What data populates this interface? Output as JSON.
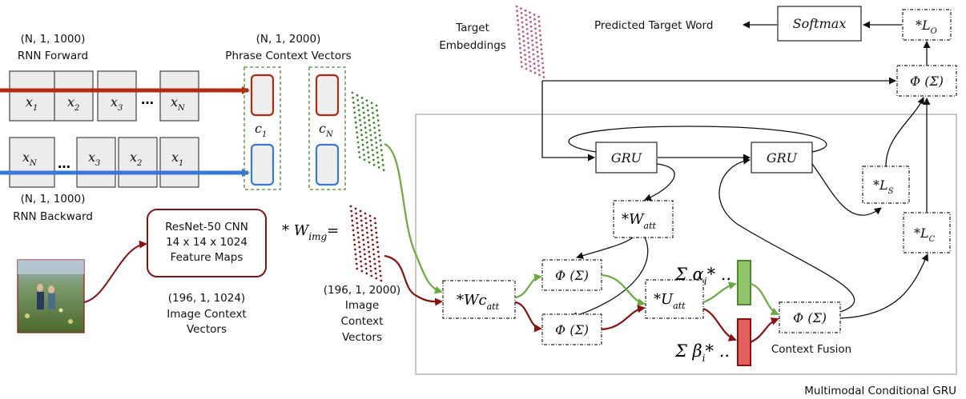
{
  "rnn": {
    "forward_dims": "(N, 1, 1000)",
    "forward_label": "RNN Forward",
    "backward_dims": "(N, 1, 1000)",
    "backward_label": "RNN Backward",
    "forward_cells": [
      "x",
      "x",
      "x",
      "…",
      "x"
    ],
    "forward_subs": [
      "1",
      "2",
      "3",
      "",
      "N"
    ],
    "backward_cells": [
      "x",
      "…",
      "x",
      "x",
      "x"
    ],
    "backward_subs": [
      "N",
      "",
      "3",
      "2",
      "1"
    ]
  },
  "phrase": {
    "dims": "(N, 1, 2000)",
    "label": "Phrase Context Vectors",
    "c1": "c",
    "c1_sub": "1",
    "cN": "c",
    "cN_sub": "N"
  },
  "cnn": {
    "line1": "ResNet-50 CNN",
    "line2": "14 x 14 x 1024",
    "line3": "Feature Maps",
    "dims": "(196, 1, 1024)",
    "label1": "Image Context",
    "label2": "Vectors"
  },
  "w_img": {
    "prefix": "* W",
    "sub": "img",
    "suffix": "="
  },
  "image_ctx": {
    "dims": "(196, 1, 2000)",
    "label1": "Image",
    "label2": "Context",
    "label3": "Vectors"
  },
  "target": {
    "label1": "Target",
    "label2": "Embeddings"
  },
  "output": {
    "predicted_label": "Predicted Target Word",
    "softmax": "Softmax",
    "lo_prefix": "*L",
    "lo_sub": "O"
  },
  "nodes": {
    "phi": "Φ (Σ)",
    "gru": "GRU",
    "w_att": "*W",
    "w_att_sub": "att",
    "wc_att": "*Wc",
    "wc_att_sub": "att",
    "u_att": "*U",
    "u_att_sub": "att",
    "ls": "*L",
    "ls_sub": "S",
    "lc": "*L",
    "lc_sub": "C"
  },
  "fusion": {
    "alpha": "Σ α",
    "alpha_tail": "* ..",
    "alpha_sub": "i",
    "beta": "Σ β",
    "beta_tail": "* ..",
    "beta_sub": "i",
    "label": "Context Fusion"
  },
  "module_label": "Multimodal Conditional GRU",
  "colors": {
    "red": "#b22a12",
    "blue": "#3a78d6",
    "green": "#6aaa3e",
    "dark_red": "#8b1010",
    "pink": "#c2588a",
    "gray_box": "#c8c8c8"
  }
}
